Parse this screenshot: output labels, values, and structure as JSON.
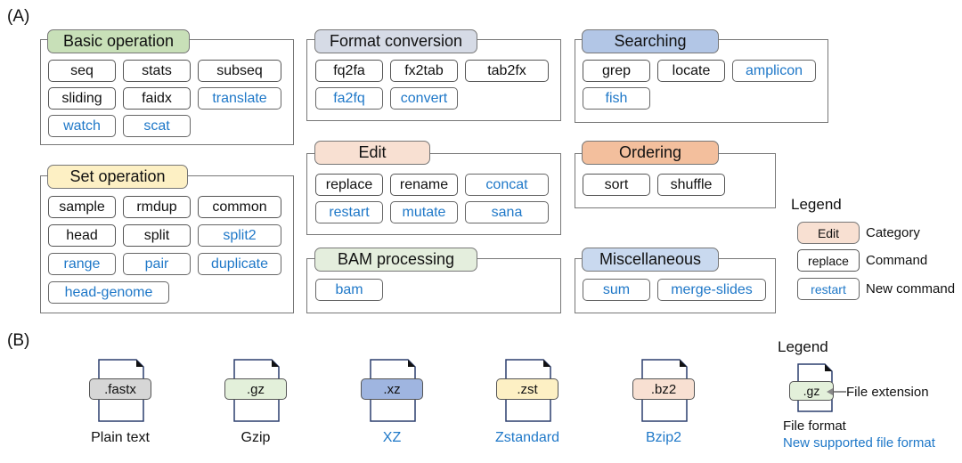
{
  "panel_a_label": "(A)",
  "panel_b_label": "(B)",
  "colors": {
    "new_command_text": "#1f78c8",
    "basic_operation": "#c8e0b8",
    "set_operation": "#fdf0c4",
    "format_conversion": "#d6dbe6",
    "edit": "#f8e0d2",
    "bam_processing": "#e4eedd",
    "searching": "#b2c6e6",
    "ordering": "#f3bf9d",
    "miscellaneous": "#c9d9ef"
  },
  "groups": {
    "basic_operation": {
      "title": "Basic operation",
      "commands": [
        {
          "name": "seq",
          "new": false
        },
        {
          "name": "stats",
          "new": false
        },
        {
          "name": "subseq",
          "new": false
        },
        {
          "name": "sliding",
          "new": false
        },
        {
          "name": "faidx",
          "new": false
        },
        {
          "name": "translate",
          "new": true
        },
        {
          "name": "watch",
          "new": true
        },
        {
          "name": "scat",
          "new": true
        }
      ]
    },
    "set_operation": {
      "title": "Set operation",
      "commands": [
        {
          "name": "sample",
          "new": false
        },
        {
          "name": "rmdup",
          "new": false
        },
        {
          "name": "common",
          "new": false
        },
        {
          "name": "head",
          "new": false
        },
        {
          "name": "split",
          "new": false
        },
        {
          "name": "split2",
          "new": true
        },
        {
          "name": "range",
          "new": true
        },
        {
          "name": "pair",
          "new": true
        },
        {
          "name": "duplicate",
          "new": true
        },
        {
          "name": "head-genome",
          "new": true
        }
      ]
    },
    "format_conversion": {
      "title": "Format conversion",
      "commands": [
        {
          "name": "fq2fa",
          "new": false
        },
        {
          "name": "fx2tab",
          "new": false
        },
        {
          "name": "tab2fx",
          "new": false
        },
        {
          "name": "fa2fq",
          "new": true
        },
        {
          "name": "convert",
          "new": true
        }
      ]
    },
    "edit": {
      "title": "Edit",
      "commands": [
        {
          "name": "replace",
          "new": false
        },
        {
          "name": "rename",
          "new": false
        },
        {
          "name": "concat",
          "new": true
        },
        {
          "name": "restart",
          "new": true
        },
        {
          "name": "mutate",
          "new": true
        },
        {
          "name": "sana",
          "new": true
        }
      ]
    },
    "bam_processing": {
      "title": "BAM processing",
      "commands": [
        {
          "name": "bam",
          "new": true
        }
      ]
    },
    "searching": {
      "title": "Searching",
      "commands": [
        {
          "name": "grep",
          "new": false
        },
        {
          "name": "locate",
          "new": false
        },
        {
          "name": "amplicon",
          "new": true
        },
        {
          "name": "fish",
          "new": true
        }
      ]
    },
    "ordering": {
      "title": "Ordering",
      "commands": [
        {
          "name": "sort",
          "new": false
        },
        {
          "name": "shuffle",
          "new": false
        }
      ]
    },
    "miscellaneous": {
      "title": "Miscellaneous",
      "commands": [
        {
          "name": "sum",
          "new": true
        },
        {
          "name": "merge-slides",
          "new": true
        }
      ]
    }
  },
  "legend_a": {
    "title": "Legend",
    "category_sample": "Edit",
    "category_label": "Category",
    "command_sample": "replace",
    "command_label": "Command",
    "new_command_sample": "restart",
    "new_command_label": "New command"
  },
  "file_formats": [
    {
      "ext": ".fastx",
      "name": "Plain text",
      "color": "#d6d6d6",
      "new": false
    },
    {
      "ext": ".gz",
      "name": "Gzip",
      "color": "#e3f0da",
      "new": false
    },
    {
      "ext": ".xz",
      "name": "XZ",
      "color": "#9fb5e0",
      "new": true
    },
    {
      "ext": ".zst",
      "name": "Zstandard",
      "color": "#fdf0c4",
      "new": true
    },
    {
      "ext": ".bz2",
      "name": "Bzip2",
      "color": "#f8e0d2",
      "new": true
    }
  ],
  "legend_b": {
    "title": "Legend",
    "sample_ext": ".gz",
    "file_extension_label": "File extension",
    "file_format_label": "File format",
    "new_format_label": "New supported file format"
  }
}
